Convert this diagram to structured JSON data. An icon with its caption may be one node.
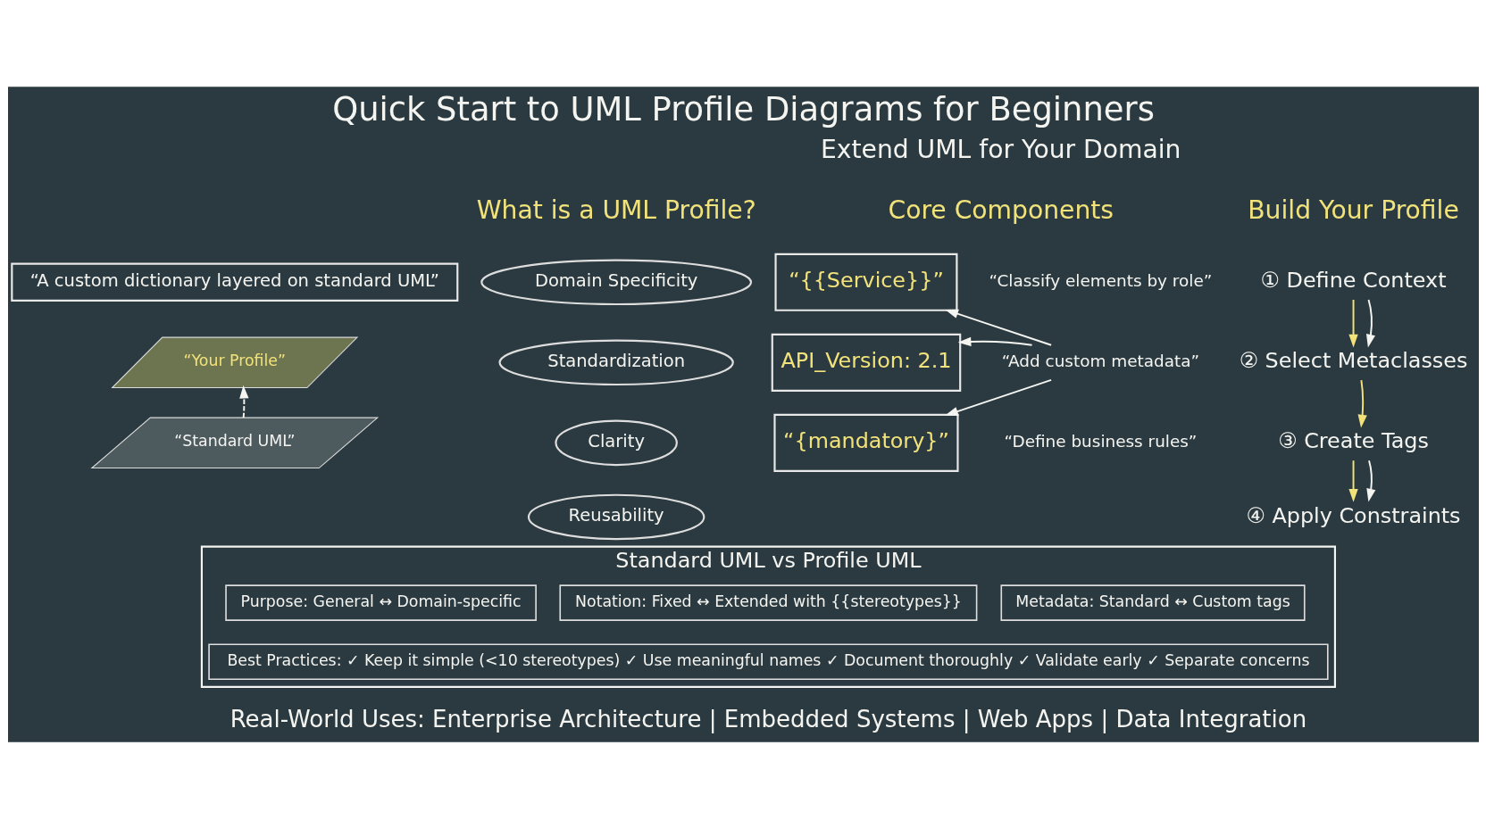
{
  "diagram": {
    "title": "Quick Start to UML Profile Diagrams for Beginners",
    "nodes": [
      {
        "text": [
          "“A custom dictionary layered on standard UML”"
        ]
      },
      {
        "text": [
          "“Your Profile”"
        ]
      },
      {
        "text": [
          "“Standard UML”"
        ]
      },
      {
        "text": [
          "Domain Specificity"
        ]
      },
      {
        "text": [
          "Standardization"
        ]
      },
      {
        "text": [
          "Clarity"
        ]
      },
      {
        "text": [
          "Reusability"
        ]
      },
      {
        "text": [
          "“{{Service}}”"
        ],
        "beside": [
          "“Classify elements by role”"
        ]
      },
      {
        "text": [
          "API_Version: 2.1"
        ]
      },
      {
        "text": [
          "“{mandatory}”"
        ],
        "beside": [
          "“Define business rules”"
        ]
      },
      {
        "text": [
          "“Add custom metadata”"
        ]
      },
      {
        "text": [
          "① Define Context"
        ]
      },
      {
        "text": [
          "② Select Metaclasses"
        ]
      },
      {
        "text": [
          "③ Create Tags"
        ]
      },
      {
        "text": [
          "④ Apply Constraints"
        ]
      },
      {
        "text": [
          "Standard UML vs Profile UML"
        ]
      },
      {
        "text": [
          "Purpose: General ↔ Domain-specific"
        ],
        "in": 15
      },
      {
        "text": [
          "Notation: Fixed ↔ Extended with {{stereotypes}}"
        ],
        "in": 15
      },
      {
        "text": [
          "Metadata: Standard ↔ Custom tags"
        ],
        "in": 15
      },
      {
        "text": [
          "Best Practices: ✓ Keep it simple (<10 stereotypes) ✓ Use meaningful names ✓ Document thoroughly ✓ Validate early ✓ Separate concerns"
        ],
        "in": 15
      }
    ],
    "edges": [
      {
        "from": 2,
        "to": 1,
        "arrow": "to",
        "style": "dashed"
      },
      {
        "from": 10,
        "to": 7,
        "arrow": "to"
      },
      {
        "from": 10,
        "to": 8,
        "arrow": "to"
      },
      {
        "from": 10,
        "to": 9,
        "arrow": "to"
      },
      {
        "from": 11,
        "to": 12,
        "arrow": "to",
        "color": "#f2e27a"
      },
      {
        "from": 11,
        "to": 12,
        "arrow": "to"
      },
      {
        "from": 12,
        "to": 13,
        "arrow": "to",
        "color": "#f2e27a"
      },
      {
        "from": 13,
        "to": 14,
        "arrow": "to",
        "color": "#f2e27a"
      },
      {
        "from": 13,
        "to": 14,
        "arrow": "to"
      }
    ],
    "labels": [
      "Extend UML for Your Domain",
      "What is a UML Profile?",
      "Core Components",
      "Build Your Profile",
      "Real-World Uses: Enterprise Architecture | Embedded Systems | Web Apps | Data Integration"
    ]
  }
}
